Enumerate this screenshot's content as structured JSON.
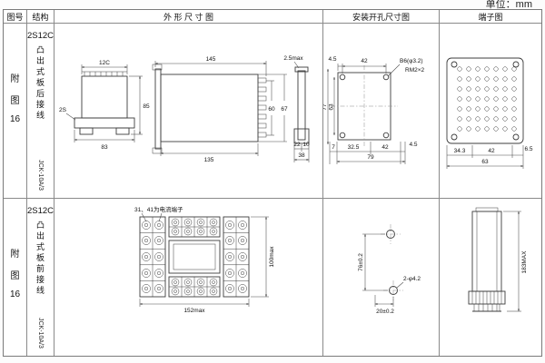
{
  "unit_note": "单位：mm",
  "headers": {
    "fig_no": "图号",
    "structure": "结构",
    "outline": "外 形 尺 寸 图",
    "mounting": "安装开孔尺寸图",
    "terminal": "端子图"
  },
  "row1": {
    "fig": {
      "l1": "附",
      "l2": "图",
      "l3": "16"
    },
    "model": "2S12C",
    "structure": "凸出式板后接线",
    "socket": "JCK-10A/3",
    "outline": {
      "d_12c": "12C",
      "d_2s": "2S",
      "d_83": "83",
      "d_85": "85",
      "d_145": "145",
      "d_135": "135",
      "d_60": "60",
      "d_67": "67",
      "d_25max": "2.5max",
      "d_22": "22",
      "d_10": "10",
      "d_38": "38"
    },
    "mounting": {
      "d_45_top": "4.5",
      "d_42_top": "42",
      "note_b6": "B6(φ3.2)",
      "note_rm": "RM2×2",
      "d_77": "77",
      "d_63": "63",
      "d_7": "7",
      "d_325": "32.5",
      "d_42_bot": "42",
      "d_45_bot": "4.5",
      "d_79": "79"
    },
    "terminal": {
      "d_343": "34.3",
      "d_42": "42",
      "d_65": "6.5",
      "d_63": "63"
    }
  },
  "row2": {
    "fig": {
      "l1": "附",
      "l2": "图",
      "l3": "16"
    },
    "model": "2S12C",
    "structure": "凸出式板前接线",
    "socket": "JCK-10A/3",
    "outline": {
      "note": "31、41为电流端子",
      "d_152": "152max",
      "d_100": "100max"
    },
    "mounting": {
      "d_76": "76±0.2",
      "note_holes": "2-φ4.2",
      "d_20": "20±0.2"
    },
    "terminal": {
      "d_183": "183MAX"
    }
  }
}
